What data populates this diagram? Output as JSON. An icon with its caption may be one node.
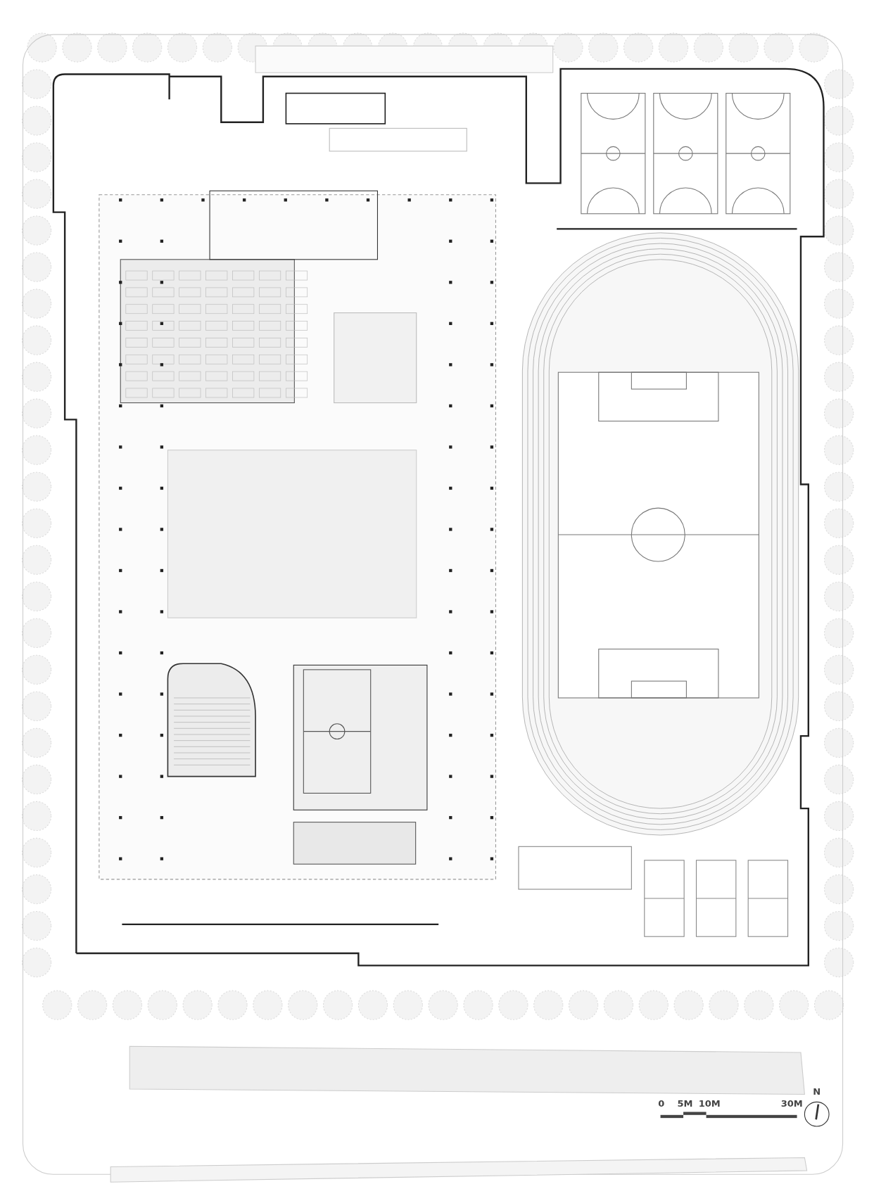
{
  "diagram": {
    "labels": [
      "0",
      "5M",
      "10M",
      "30M",
      "N"
    ]
  }
}
